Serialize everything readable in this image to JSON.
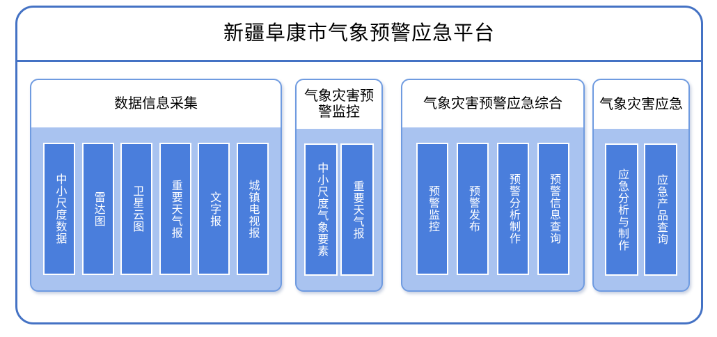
{
  "platform": {
    "title": "新疆阜康市气象预警应急平台",
    "border_color": "#4472C4",
    "panel_fill_color": "#A9C3F0",
    "item_fill_color": "#4A7EDC",
    "item_border_color": "#FFFFFF"
  },
  "groups": [
    {
      "title": "数据信息采集",
      "items": [
        {
          "label": "中小尺度数据"
        },
        {
          "label": "雷达图"
        },
        {
          "label": "卫星云图"
        },
        {
          "label": "重要天气报"
        },
        {
          "label": "文字报"
        },
        {
          "label": "城镇电视报"
        }
      ]
    },
    {
      "title": "气象灾害预警监控",
      "items": [
        {
          "label": "中小尺度气象要素"
        },
        {
          "label": "重要天气报"
        }
      ]
    },
    {
      "title": "气象灾害预警应急综合",
      "items": [
        {
          "label": "预警监控"
        },
        {
          "label": "预警发布"
        },
        {
          "label": "预警分析制作"
        },
        {
          "label": "预警信息查询"
        }
      ]
    },
    {
      "title": "气象灾害应急",
      "items": [
        {
          "label": "应急分析与制作"
        },
        {
          "label": "应急产品查询"
        }
      ]
    }
  ]
}
